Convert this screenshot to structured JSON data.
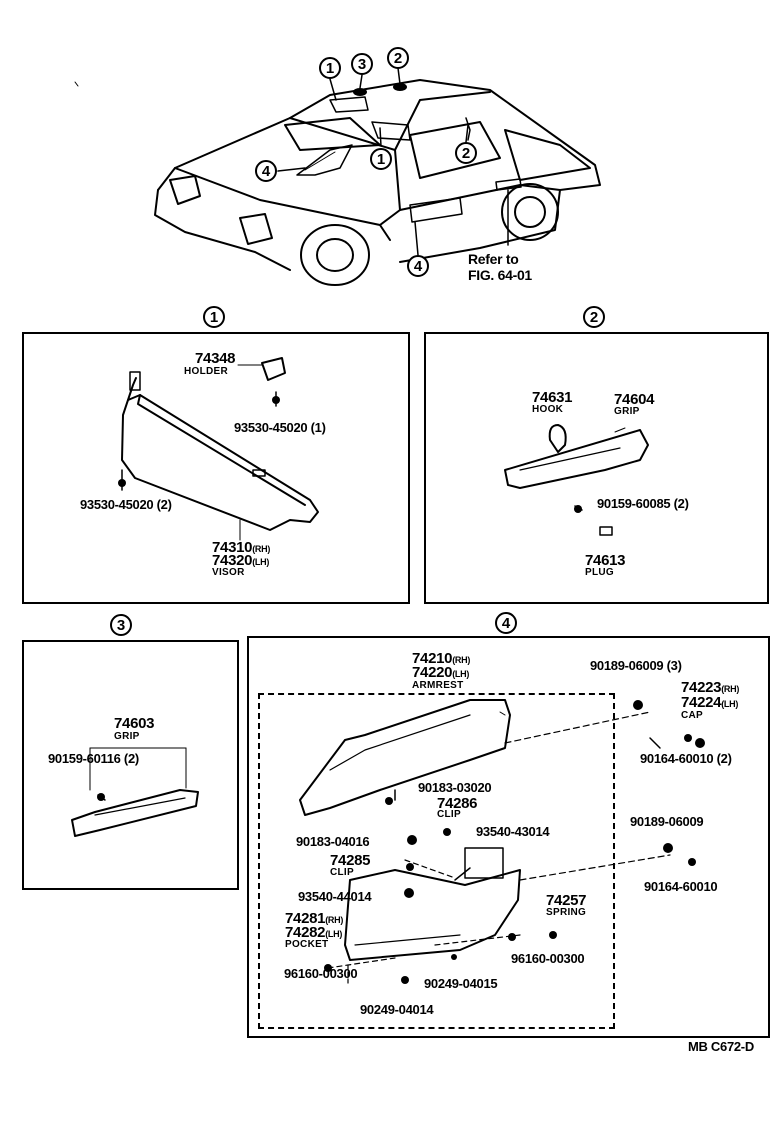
{
  "callouts": {
    "c1": "1",
    "c2": "2",
    "c3": "3",
    "c4": "4"
  },
  "refer": {
    "line1": "Refer to",
    "line2": "FIG. 64-01"
  },
  "panel1": {
    "holder_pn": "74348",
    "holder_nm": "HOLDER",
    "screw_a": "93530-45020 (1)",
    "screw_b": "93530-45020 (2)",
    "visor_pn1": "74310",
    "visor_sfx1": "(RH)",
    "visor_pn2": "74320",
    "visor_sfx2": "(LH)",
    "visor_nm": "VISOR"
  },
  "panel2": {
    "hook_pn": "74631",
    "hook_nm": "HOOK",
    "grip_pn": "74604",
    "grip_nm": "GRIP",
    "screw": "90159-60085 (2)",
    "plug_pn": "74613",
    "plug_nm": "PLUG"
  },
  "panel3": {
    "grip_pn": "74603",
    "grip_nm": "GRIP",
    "screw": "90159-60116 (2)"
  },
  "panel4": {
    "arm_pn1": "74210",
    "arm_sfx1": "(RH)",
    "arm_pn2": "74220",
    "arm_sfx2": "(LH)",
    "arm_nm": "ARMREST",
    "s_90189a": "90189-06009 (3)",
    "cap_pn1": "74223",
    "cap_sfx1": "(RH)",
    "cap_pn2": "74224",
    "cap_sfx2": "(LH)",
    "cap_nm": "CAP",
    "s_90164a": "90164-60010 (2)",
    "s_90183a": "90183-03020",
    "clip1_pn": "74286",
    "clip1_nm": "CLIP",
    "s_93540a": "93540-43014",
    "s_90183b": "90183-04016",
    "clip2_pn": "74285",
    "clip2_nm": "CLIP",
    "s_93540b": "93540-44014",
    "s_90189b": "90189-06009",
    "s_90164b": "90164-60010",
    "pocket_pn1": "74281",
    "pocket_sfx1": "(RH)",
    "pocket_pn2": "74282",
    "pocket_sfx2": "(LH)",
    "pocket_nm": "POCKET",
    "spring_pn": "74257",
    "spring_nm": "SPRING",
    "s_96160a": "96160-00300",
    "s_96160b": "96160-00300",
    "s_90249a": "90249-04015",
    "s_90249b": "90249-04014"
  },
  "footer": "MB  C672-D"
}
